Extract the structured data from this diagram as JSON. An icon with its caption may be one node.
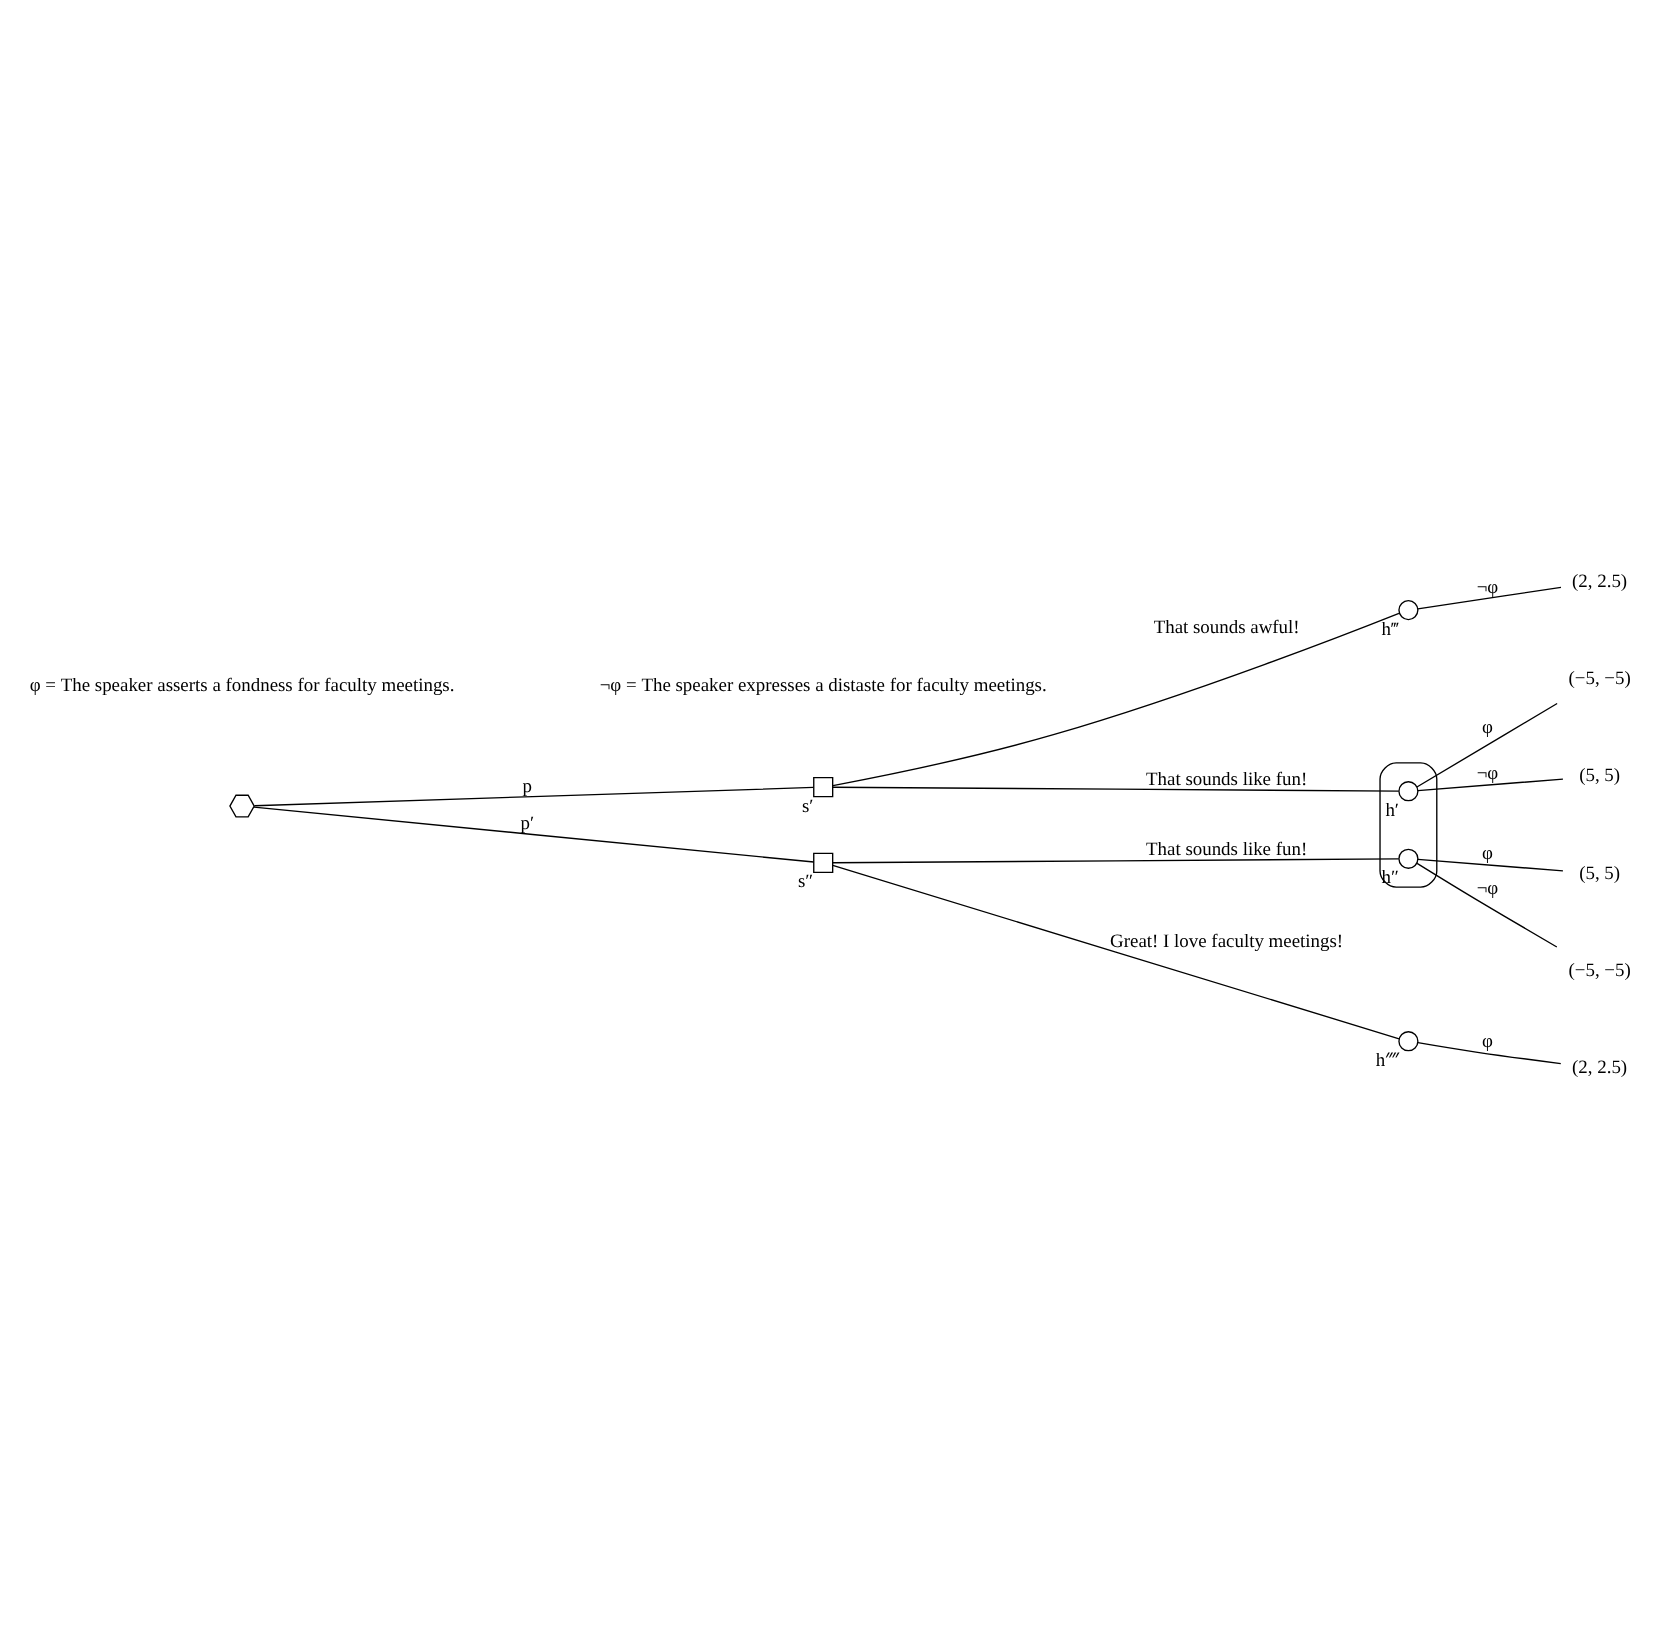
{
  "diagram": {
    "nodes": [
      {
        "text": [],
        "shape": "hexagon"
      },
      {
        "text": [],
        "shape": "box",
        "beside": [
          "s′"
        ]
      },
      {
        "text": [],
        "shape": "box",
        "beside": [
          "s″"
        ]
      },
      {
        "text": [],
        "shape": "circle",
        "beside": [
          "h‴"
        ]
      },
      {
        "text": [],
        "shape": "ellipse"
      },
      {
        "text": [],
        "shape": "circle",
        "beside": [
          "h′"
        ],
        "in": 4
      },
      {
        "text": [],
        "shape": "circle",
        "beside": [
          "h″"
        ],
        "in": 4
      },
      {
        "text": [],
        "shape": "circle",
        "beside": [
          "h⁗"
        ]
      },
      {
        "text": [
          "(2, 2.5)"
        ]
      },
      {
        "text": [
          "(−5, −5)"
        ]
      },
      {
        "text": [
          "(5, 5)"
        ]
      },
      {
        "text": [
          "(5, 5)"
        ]
      },
      {
        "text": [
          "(−5, −5)"
        ]
      },
      {
        "text": [
          "(2, 2.5)"
        ]
      }
    ],
    "edges": [
      {
        "from": 0,
        "to": 1,
        "arrow": "none",
        "label": "p"
      },
      {
        "from": 0,
        "to": 2,
        "arrow": "none",
        "label": "p′"
      },
      {
        "from": 1,
        "to": 3,
        "arrow": "none",
        "label": "That sounds awful!"
      },
      {
        "from": 1,
        "to": 5,
        "arrow": "none",
        "label": "That sounds like fun!"
      },
      {
        "from": 2,
        "to": 6,
        "arrow": "none",
        "label": "That sounds like fun!"
      },
      {
        "from": 2,
        "to": 7,
        "arrow": "none",
        "label": "Great! I love faculty meetings!"
      },
      {
        "from": 3,
        "to": 8,
        "arrow": "none",
        "label": "¬φ"
      },
      {
        "from": 5,
        "to": 9,
        "arrow": "none",
        "label": "φ"
      },
      {
        "from": 5,
        "to": 10,
        "arrow": "none",
        "label": "¬φ"
      },
      {
        "from": 6,
        "to": 11,
        "arrow": "none",
        "label": "φ"
      },
      {
        "from": 6,
        "to": 12,
        "arrow": "none",
        "label": "¬φ"
      },
      {
        "from": 7,
        "to": 13,
        "arrow": "none",
        "label": "φ"
      }
    ],
    "labels": [
      "φ = The speaker asserts a fondness for faculty meetings.",
      "¬φ = The speaker expresses a distaste for faculty meetings."
    ]
  }
}
